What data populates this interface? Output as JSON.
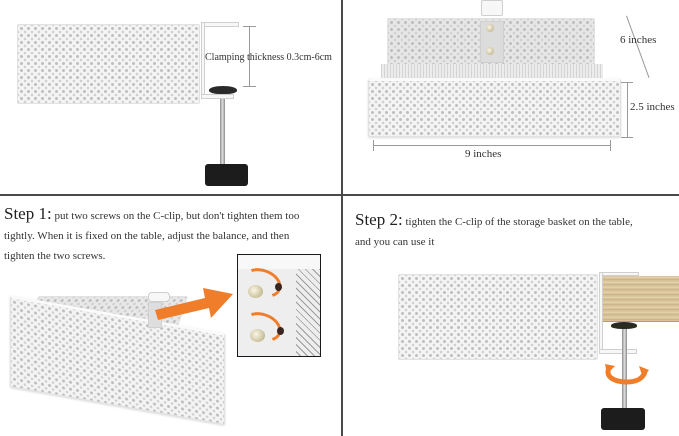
{
  "panels": {
    "top_left": {
      "annotation": "Clamping thickness  0.3cm-6cm",
      "description": "Side view of white lace storage basket with C-clip clamp and black knob"
    },
    "top_right": {
      "dimensions": {
        "depth": "6 inches",
        "height": "2.5 inches",
        "width": "9 inches"
      },
      "description": "Angled view of basket with mounting bracket and two screws"
    },
    "bottom_left": {
      "step_label": "Step 1:",
      "step_text": "put two screws on the C-clip, but don't tighten them too tightly. When it is fixed on the table, adjust the balance, and then tighten the two screws.",
      "step_text_lines": [
        "put two screws on the C-clip, but don't tighten them too",
        "tightly. When it is fixed on the table, adjust the balance, and then",
        "tighten the two screws."
      ],
      "description": "Basket with orange arrow pointing to close-up inset of two screws with rotation arrows"
    },
    "bottom_right": {
      "step_label": "Step 2:",
      "step_text_lines": [
        "tighten the C-clip of the storage basket on the table,",
        "and you can use it"
      ],
      "description": "Basket clamped onto wooden table edge with orange rotation arrow around screw rod"
    }
  },
  "colors": {
    "accent_orange": "#ef7d2a",
    "divider": "#4a4a4a",
    "basket_white": "#f4f4f4",
    "knob_black": "#1c1c1c",
    "wood": "#d8c39a"
  }
}
